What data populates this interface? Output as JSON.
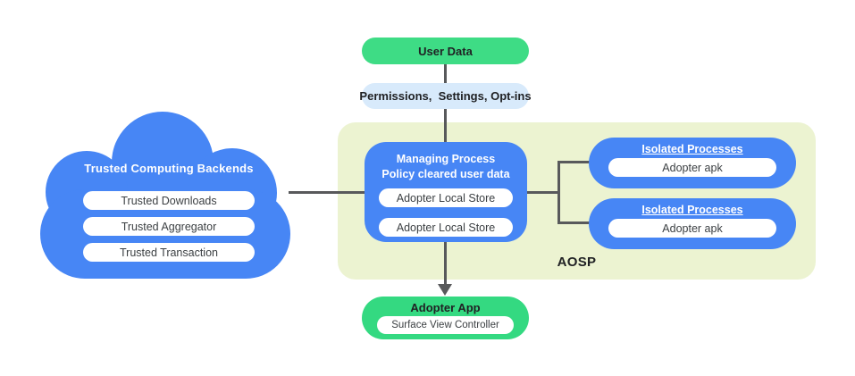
{
  "colors": {
    "blue": "#4786f5",
    "green_top": "#3edc85",
    "green_app": "#34d981",
    "light_blue": "#d8eafb",
    "aosp_bg": "#ecf3d1",
    "line": "#58595b",
    "text_dark": "#202124",
    "text_gray": "#3c4043",
    "white": "#ffffff"
  },
  "cloud": {
    "title": "Trusted Computing Backends",
    "items": [
      "Trusted Downloads",
      "Trusted Aggregator",
      "Trusted Transaction"
    ]
  },
  "flow": {
    "user_data": "User Data",
    "permissions": "Permissions,  Settings, Opt-ins"
  },
  "aosp": {
    "label": "AOSP",
    "managing": {
      "title_line1": "Managing Process",
      "title_line2": "Policy cleared user data",
      "stores": [
        "Adopter Local Store",
        "Adopter Local Store"
      ]
    },
    "isolated": [
      {
        "title": "Isolated Processes",
        "item": "Adopter apk"
      },
      {
        "title": "Isolated Processes",
        "item": "Adopter apk"
      }
    ]
  },
  "adopter_app": {
    "title": "Adopter App",
    "item": "Surface View Controller"
  }
}
